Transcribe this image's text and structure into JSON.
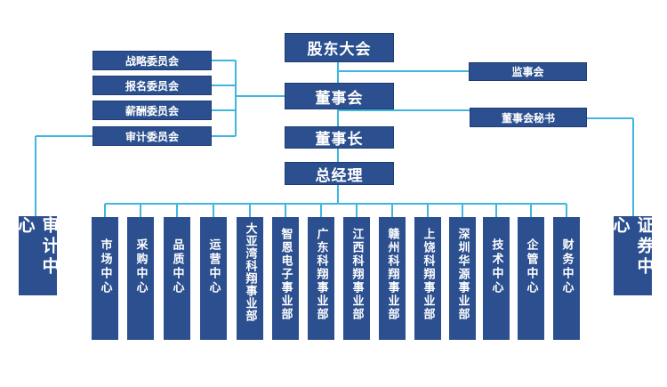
{
  "colors": {
    "box": "#2b4f8f",
    "line": "#3fb6e0",
    "text": "#ffffff"
  },
  "shareholders": "股东大会",
  "board": "董事会",
  "chairman": "董事长",
  "gm": "总经理",
  "supervisors": "监事会",
  "board_secretary": "董事会秘书",
  "committees": [
    "战略委员会",
    "报名委员会",
    "薪酬委员会",
    "审计委员会"
  ],
  "audit_center": "审计中心",
  "securities_center": "证券中心",
  "departments": [
    "市场中心",
    "采购中心",
    "品质中心",
    "运营中心",
    "大亚湾科翔事业部",
    "智恩电子事业部",
    "广东科翔事业部",
    "江西科翔事业部",
    "赣州科翔事业部",
    "上饶科翔事业部",
    "深圳华源事业部",
    "技术中心",
    "企管中心",
    "财务中心"
  ]
}
